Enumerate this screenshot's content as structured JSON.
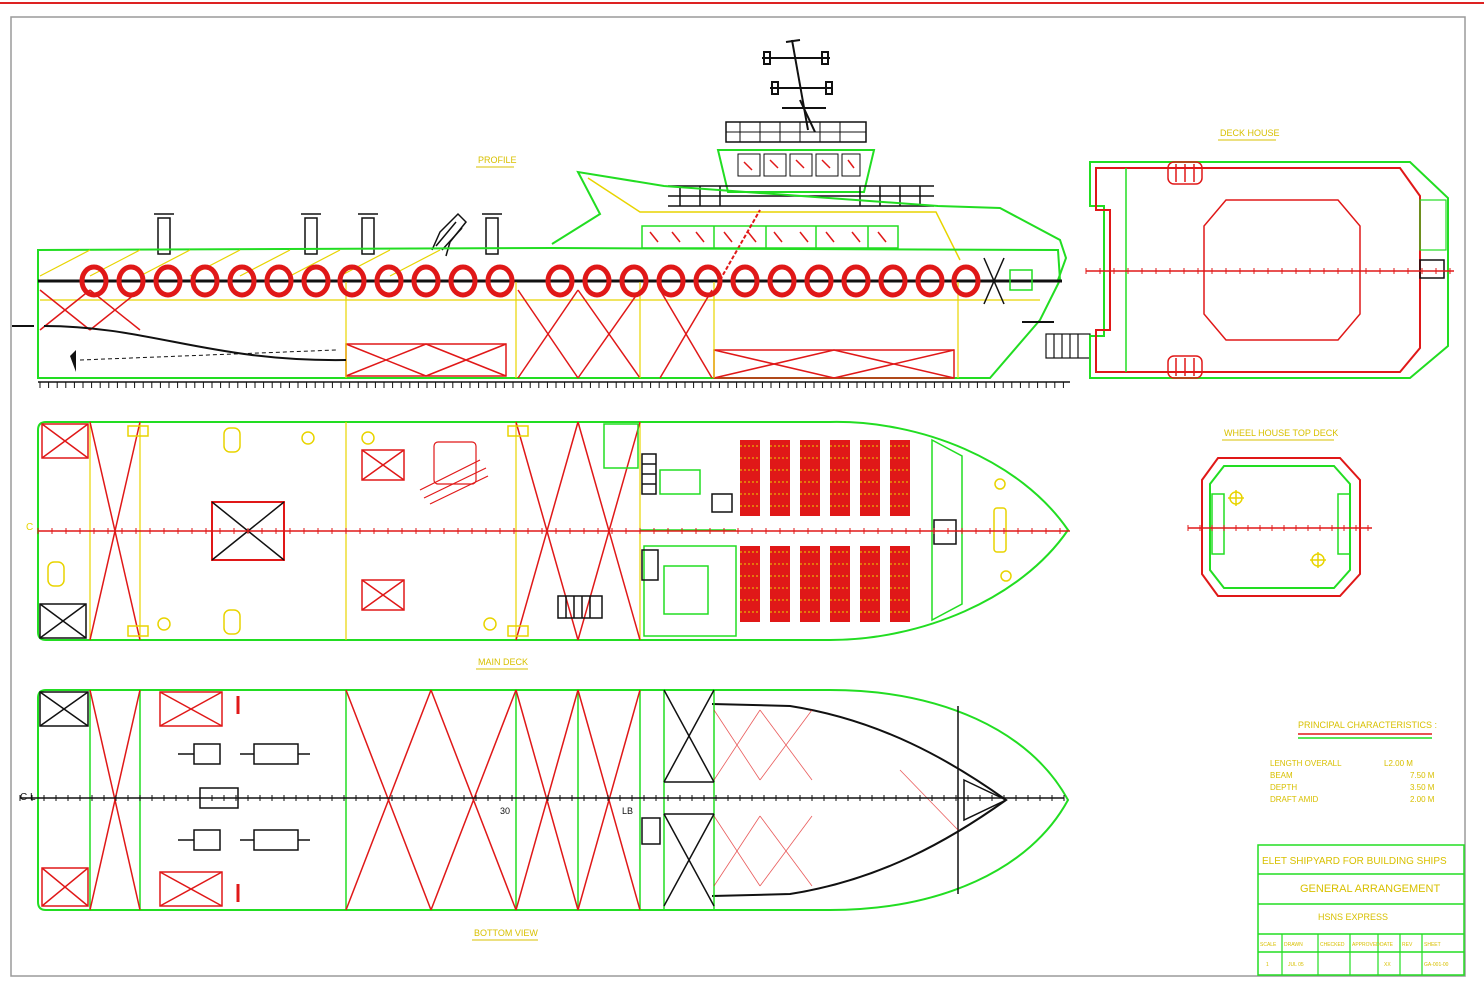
{
  "colors": {
    "hull": "#22dd22",
    "structure": "#e01818",
    "detail": "#e8d400",
    "line": "#111111",
    "frame": "#9a9a9a",
    "border_top": "#dd2222"
  },
  "labels": {
    "profile": "PROFILE",
    "deck_house": "DECK HOUSE",
    "wheel_house_top_deck": "WHEEL HOUSE TOP DECK",
    "main_deck": "MAIN DECK",
    "bottom_view": "BOTTOM VIEW",
    "principal_characteristics": "PRINCIPAL CHARACTERISTICS :",
    "cl_left": "C",
    "cl_bottom": "C L",
    "frame_30": "30",
    "frame_lb": "LB"
  },
  "characteristics": [
    {
      "name": "LENGTH OVERALL",
      "value": "L2.00 M"
    },
    {
      "name": "BEAM",
      "value": "7.50 M"
    },
    {
      "name": "DEPTH",
      "value": "3.50 M"
    },
    {
      "name": "DRAFT AMID",
      "value": "2.00 M"
    }
  ],
  "title_block": {
    "yard": "ELET SHIPYARD FOR BUILDING SHIPS",
    "drawing_title": "GENERAL ARRANGEMENT",
    "vessel": "HSNS EXPRESS",
    "headers": [
      "SCALE",
      "DRAWN",
      "CHECKED",
      "APPROVED",
      "DATE",
      "REV",
      "SHEET"
    ],
    "row": [
      "1",
      "JUL 05",
      "",
      "",
      "XX",
      "",
      "GA-001-00"
    ]
  }
}
